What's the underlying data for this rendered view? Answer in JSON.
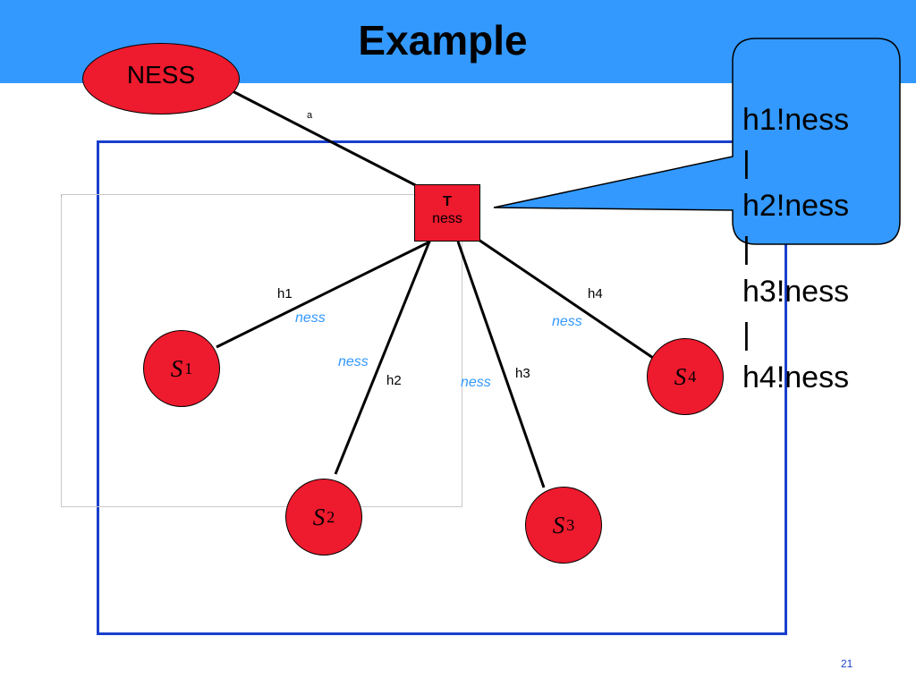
{
  "slide": {
    "title": "Example",
    "page_number": "21"
  },
  "nodes": {
    "ness": "NESS",
    "t_label": "T",
    "t_sub": "ness",
    "s1": {
      "letter": "S",
      "sub": "1"
    },
    "s2": {
      "letter": "S",
      "sub": "2"
    },
    "s3": {
      "letter": "S",
      "sub": "3"
    },
    "s4": {
      "letter": "S",
      "sub": "4"
    }
  },
  "edges": {
    "a": "a",
    "h1": "h1",
    "h2": "h2",
    "h3": "h3",
    "h4": "h4",
    "ness_h1": "ness",
    "ness_h2": "ness",
    "ness_h3": "ness",
    "ness_h4": "ness"
  },
  "callout": {
    "lines": [
      "h1!ness",
      "|",
      "h2!ness",
      "|",
      "h3!ness",
      "|",
      "h4!ness"
    ]
  },
  "colors": {
    "header": "#3399ff",
    "node_fill": "#ee1a2e",
    "frame": "#1a3fcc",
    "callout_fill": "#3399ff",
    "channel_label": "#3399ff"
  }
}
